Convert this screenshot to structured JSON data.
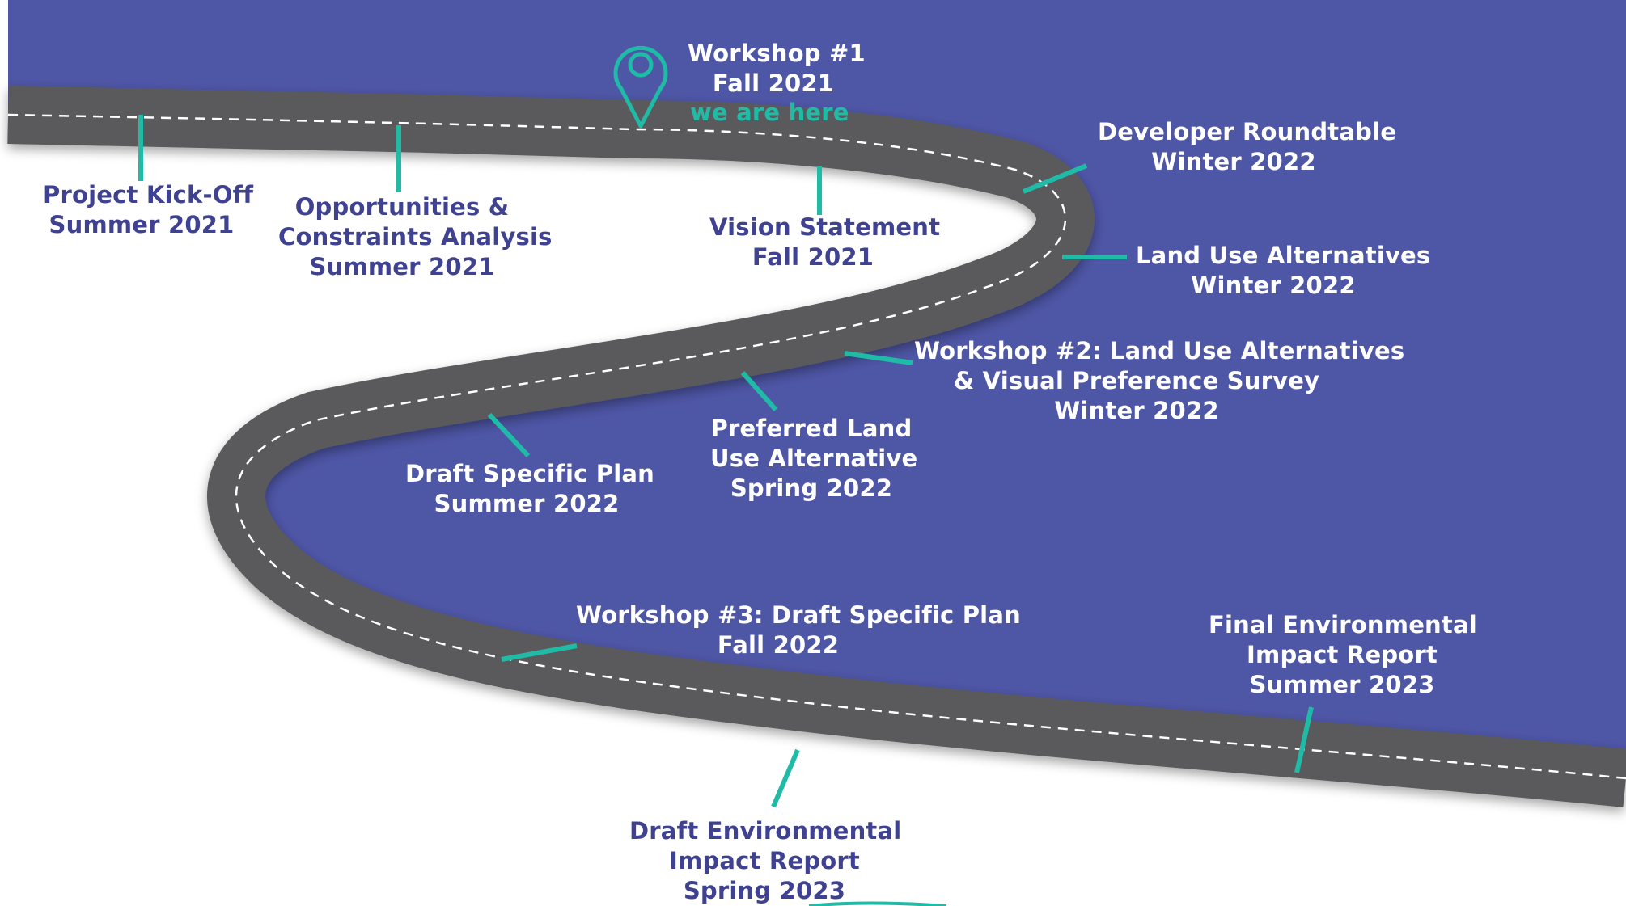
{
  "colors": {
    "blue": "#4e56a6",
    "road": "#5a5a5c",
    "accent": "#1fbba6",
    "label_dark": "#3f4191",
    "label_light": "#ffffff"
  },
  "current_marker": {
    "icon": "location-pin-icon"
  },
  "milestones": [
    {
      "id": "kickoff",
      "lines": [
        "Project Kick-Off",
        "Summer 2021"
      ]
    },
    {
      "id": "opportunities",
      "lines": [
        "Opportunities &",
        "Constraints Analysis",
        "Summer 2021"
      ]
    },
    {
      "id": "workshop1",
      "lines": [
        "Workshop #1",
        "Fall 2021"
      ],
      "highlight": "we are here"
    },
    {
      "id": "vision",
      "lines": [
        "Vision Statement",
        "Fall 2021"
      ]
    },
    {
      "id": "developer",
      "lines": [
        "Developer Roundtable",
        "Winter 2022"
      ]
    },
    {
      "id": "landuse",
      "lines": [
        "Land Use Alternatives",
        "Winter 2022"
      ]
    },
    {
      "id": "workshop2",
      "lines": [
        "Workshop #2: Land Use Alternatives",
        "& Visual Preference Survey",
        "Winter 2022"
      ]
    },
    {
      "id": "preferred",
      "lines": [
        "Preferred Land",
        "Use Alternative",
        "Spring 2022"
      ]
    },
    {
      "id": "draftplan",
      "lines": [
        "Draft Specific Plan",
        "Summer 2022"
      ]
    },
    {
      "id": "workshop3",
      "lines": [
        "Workshop #3: Draft Specific Plan",
        "Fall 2022"
      ]
    },
    {
      "id": "finaleir",
      "lines": [
        "Final Environmental",
        "Impact Report",
        "Summer 2023"
      ]
    },
    {
      "id": "drafteir",
      "lines": [
        "Draft Environmental",
        "Impact Report",
        "Spring 2023"
      ]
    }
  ]
}
